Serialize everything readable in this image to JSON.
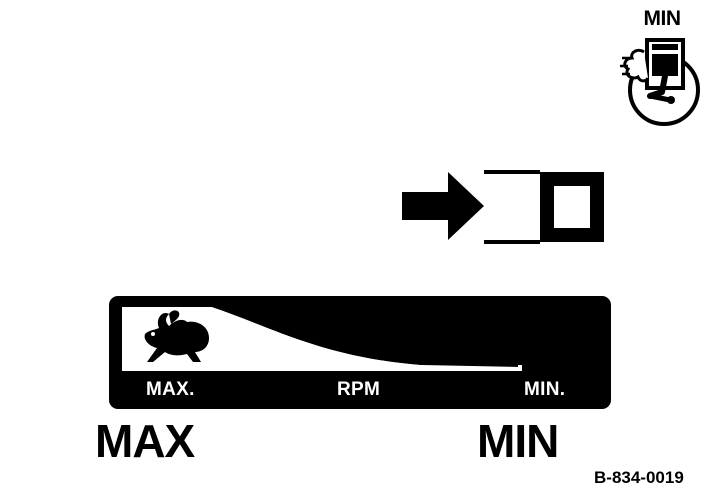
{
  "engine_indicator": {
    "label": "MIN",
    "icon": "engine-choke-icon"
  },
  "push_indicator": {
    "icon": "arrow-into-box-icon"
  },
  "throttle_plate": {
    "fast_icon": "rabbit-icon",
    "slow_icon": "turtle-icon",
    "max_label": "MAX.",
    "rpm_label": "RPM",
    "min_label": "MIN."
  },
  "labels": {
    "max": "MAX",
    "min": "MIN"
  },
  "figure_code": "B-834-0019"
}
